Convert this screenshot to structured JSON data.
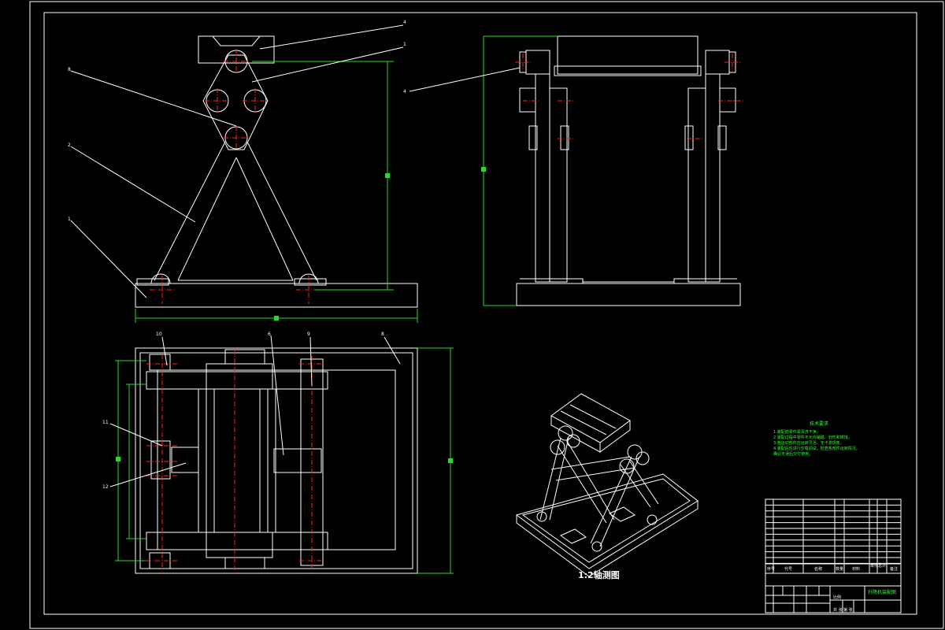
{
  "drawing": {
    "axonometric_caption": "1:2轴测图",
    "balloons": {
      "front_view": [
        "4",
        "1",
        "8",
        "2",
        "1"
      ],
      "side_view": [
        "4"
      ],
      "top_view": [
        "10",
        "6",
        "9",
        "8",
        "11",
        "12"
      ]
    },
    "technical_requirements": {
      "title": "技术要求",
      "lines": [
        "1.装配前零件需清洗干净。",
        "2.装配过程中零件不允许磕碰、划伤和锈蚀。",
        "3.各运动部件应运转灵活、无卡滞现象。",
        "4.装配后应进行空载调试，检查各部件运转情况，",
        "   确认无误后交付使用。"
      ]
    },
    "title_block": {
      "header": [
        "序号",
        "代号",
        "名称",
        "数量",
        "材料",
        "单件",
        "总计",
        "备注"
      ],
      "drawing_name": "升降机装配图",
      "scale_label": "比例",
      "sheet_label": "共 张 第 张"
    },
    "colors": {
      "background": "#000000",
      "outline": "#ffffff",
      "centerline": "#ff2222",
      "dimension": "#22dd22"
    }
  }
}
